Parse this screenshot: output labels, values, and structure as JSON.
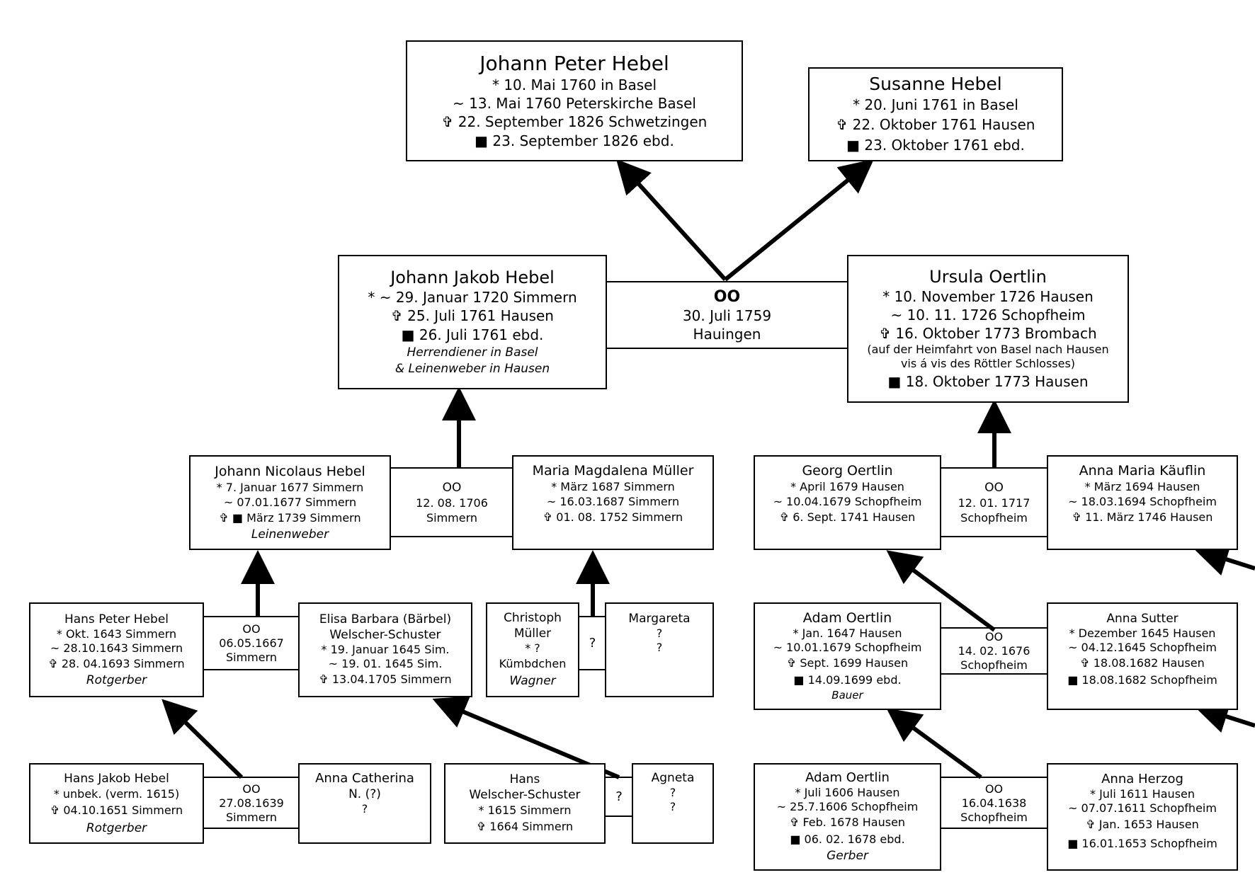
{
  "people": {
    "jph": {
      "name": "Johann Peter Hebel",
      "lines": [
        "* 10. Mai 1760 in Basel",
        "~ 13. Mai 1760 Peterskirche Basel",
        "✞ 22. September 1826 Schwetzingen",
        "■ 23. September 1826 ebd."
      ]
    },
    "sh": {
      "name": "Susanne Hebel",
      "lines": [
        "* 20. Juni 1761 in Basel",
        "✞ 22. Oktober 1761 Hausen",
        "■ 23. Oktober 1761 ebd."
      ]
    },
    "jjh": {
      "name": "Johann Jakob Hebel",
      "lines": [
        "* ~  29. Januar 1720 Simmern",
        "✞ 25. Juli 1761 Hausen",
        "■ 26. Juli 1761 ebd."
      ],
      "notes": [
        "Herrendiener in Basel",
        "& Leinenweber in Hausen"
      ]
    },
    "uo": {
      "name": "Ursula Oertlin",
      "lines": [
        "* 10. November 1726 Hausen",
        "~ 10. 11. 1726 Schopfheim",
        "✞ 16. Oktober 1773 Brombach"
      ],
      "small": [
        "(auf der Heimfahrt von Basel nach Hausen",
        "vis á vis des Röttler Schlosses)"
      ],
      "lines2": [
        "■ 18. Oktober 1773 Hausen"
      ]
    },
    "jnh": {
      "name": "Johann Nicolaus Hebel",
      "lines": [
        "* 7. Januar 1677 Simmern",
        "~ 07.01.1677 Simmern",
        "✞ ■ März 1739 Simmern"
      ],
      "occupation": "Leinenweber"
    },
    "mmm": {
      "name": "Maria Magdalena Müller",
      "lines": [
        "* März 1687 Simmern",
        "~ 16.03.1687 Simmern",
        "✞ 01. 08. 1752 Simmern"
      ]
    },
    "go": {
      "name": "Georg Oertlin",
      "lines": [
        "* April 1679 Hausen",
        "~ 10.04.1679 Schopfheim",
        "✞ 6. Sept. 1741 Hausen"
      ]
    },
    "amk": {
      "name": "Anna Maria Käuflin",
      "lines": [
        "* März 1694 Hausen",
        "~ 18.03.1694 Schopfheim",
        "✞ 11. März 1746 Hausen"
      ]
    },
    "hph": {
      "name": "Hans Peter Hebel",
      "lines": [
        "* Okt. 1643 Simmern",
        "~ 28.10.1643 Simmern",
        "✞ 28. 04.1693 Simmern"
      ],
      "occupation": "Rotgerber"
    },
    "ebw": {
      "name": "Elisa Barbara (Bärbel)",
      "lines": [
        "Welscher-Schuster",
        "* 19. Januar 1645 Sim.",
        "~ 19. 01. 1645 Sim.",
        "✞ 13.04.1705 Simmern"
      ]
    },
    "cm": {
      "name": "Christoph",
      "lines": [
        "Müller",
        "* ?",
        "Kümbdchen"
      ],
      "occupation": "Wagner"
    },
    "mg": {
      "name": "Margareta",
      "lines": [
        "?",
        "?"
      ]
    },
    "ao1": {
      "name": "Adam Oertlin",
      "lines": [
        "* Jan. 1647 Hausen",
        "~ 10.01.1679 Schopfheim",
        "✞ Sept. 1699 Hausen",
        "■ 14.09.1699 ebd."
      ],
      "occupation": "Bauer"
    },
    "as": {
      "name": "Anna Sutter",
      "lines": [
        "* Dezember 1645 Hausen",
        "~ 04.12.1645 Schopfheim",
        "✞ 18.08.1682 Hausen",
        "■ 18.08.1682 Schopfheim"
      ]
    },
    "hjh": {
      "name": "Hans Jakob Hebel",
      "lines": [
        "* unbek. (verm. 1615)",
        "✞ 04.10.1651 Simmern"
      ],
      "occupation": "Rotgerber"
    },
    "ac": {
      "name": "Anna Catherina",
      "lines": [
        "N. (?)",
        "?"
      ]
    },
    "hws": {
      "name": "Hans",
      "lines": [
        "Welscher-Schuster",
        "* 1615 Simmern",
        "✞ 1664 Simmern"
      ]
    },
    "ag": {
      "name": "Agneta",
      "lines": [
        "?",
        "?"
      ]
    },
    "ao2": {
      "name": "Adam Oertlin",
      "lines": [
        "* Juli 1606 Hausen",
        "~ 25.7.1606 Schopfheim",
        "✞ Feb. 1678 Hausen",
        "■ 06. 02. 1678 ebd."
      ],
      "occupation": "Gerber"
    },
    "ah": {
      "name": "Anna Herzog",
      "lines": [
        "* Juli 1611 Hausen",
        "~ 07.07.1611 Schopfheim",
        "✞ Jan. 1653 Hausen",
        "■ 16.01.1653 Schopfheim"
      ]
    }
  },
  "marriages": {
    "m1": {
      "symbol": "OO",
      "date": "30. Juli 1759",
      "place": "Hauingen"
    },
    "m2": {
      "symbol": "OO",
      "date": "12. 08. 1706",
      "place": "Simmern"
    },
    "m3": {
      "symbol": "OO",
      "date": "12. 01. 1717",
      "place": "Schopfheim"
    },
    "m4": {
      "symbol": "OO",
      "date": "06.05.1667",
      "place": "Simmern"
    },
    "m5": {
      "symbol": "?"
    },
    "m6": {
      "symbol": "OO",
      "date": "14. 02. 1676",
      "place": "Schopfheim"
    },
    "m7": {
      "symbol": "OO",
      "date": "27.08.1639",
      "place": "Simmern"
    },
    "m8": {
      "symbol": "?"
    },
    "m9": {
      "symbol": "OO",
      "date": "16.04.1638",
      "place": "Schopfheim"
    }
  }
}
